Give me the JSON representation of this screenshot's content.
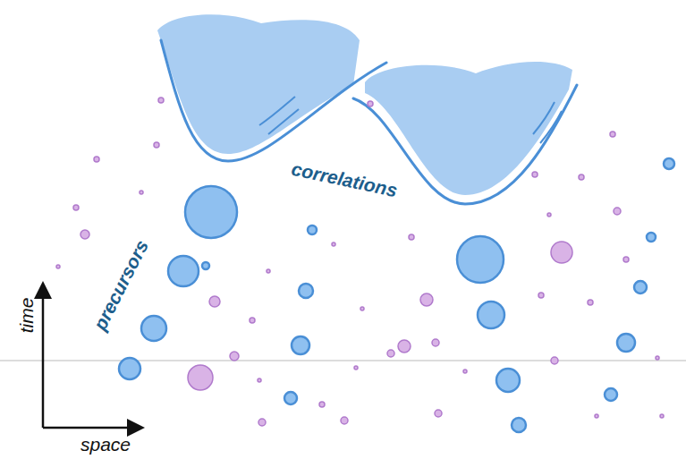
{
  "diagram": {
    "labels": [
      "correlations",
      "precursors",
      "time",
      "space"
    ]
  }
}
